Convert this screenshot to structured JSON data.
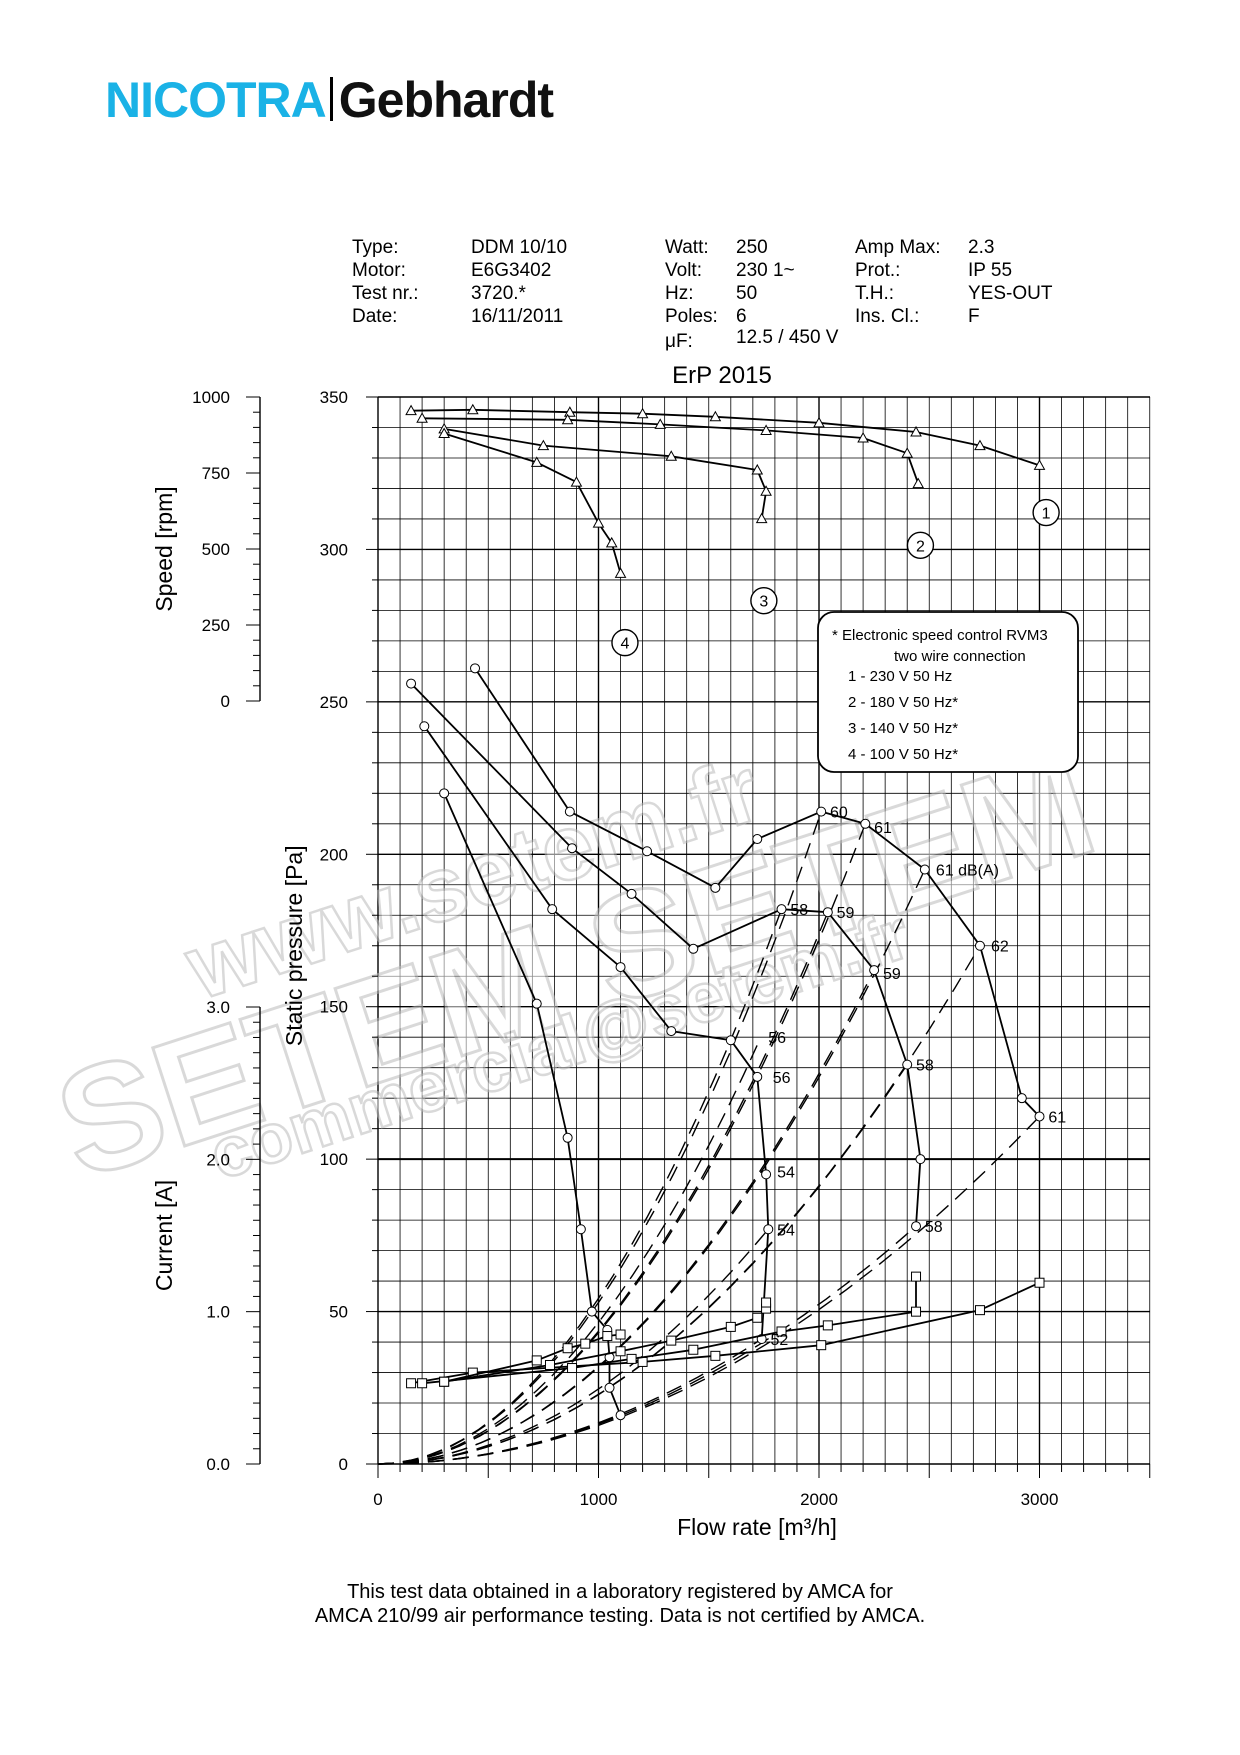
{
  "brand": {
    "part1": "NICOTRA",
    "part2": "Gebhardt",
    "color1": "#1ab2e6",
    "color2": "#111111"
  },
  "specs": {
    "col1": [
      {
        "label": "Type:",
        "value": "DDM 10/10"
      },
      {
        "label": "Motor:",
        "value": "E6G3402"
      },
      {
        "label": "Test nr.:",
        "value": "3720.*"
      },
      {
        "label": "Date:",
        "value": "16/11/2011"
      }
    ],
    "col2": [
      {
        "label": "Watt:",
        "value": "250"
      },
      {
        "label": "Volt:",
        "value": "230 1~"
      },
      {
        "label": "Hz:",
        "value": "50"
      },
      {
        "label": "Poles:",
        "value": "6"
      },
      {
        "label": "μF:",
        "value": "12.5 / 450 V"
      }
    ],
    "col3": [
      {
        "label": "Amp Max:",
        "value": "2.3"
      },
      {
        "label": "Prot.:",
        "value": "IP 55"
      },
      {
        "label": "T.H.:",
        "value": "YES-OUT"
      },
      {
        "label": "Ins. Cl.:",
        "value": "F"
      }
    ]
  },
  "legend_box": {
    "lines": [
      "* Electronic speed control RVM3",
      "two wire connection",
      "1 - 230 V 50 Hz",
      "2 - 180 V 50 Hz*",
      "3 - 140 V 50 Hz*",
      "4 - 100 V 50 Hz*"
    ]
  },
  "watermark": {
    "lines": [
      "www.setem.fr",
      "SETEM SETEM",
      "commercial@setem.fr"
    ]
  },
  "footer": {
    "line1": "This test data obtained in a laboratory registered by AMCA for",
    "line2": "AMCA 210/99 air performance testing. Data is not certified by AMCA."
  },
  "chart_data": {
    "type": "line",
    "title": "ErP 2015",
    "xlabel": "Flow rate [m³/h]",
    "x_ticks": [
      "0",
      "1000",
      "2000",
      "3000"
    ],
    "xlim": [
      0,
      3500
    ],
    "axes": {
      "pressure": {
        "label": "Static pressure [Pa]",
        "range": [
          0,
          350
        ],
        "ticks": [
          "0",
          "50",
          "100",
          "150",
          "200",
          "250",
          "300",
          "350"
        ]
      },
      "speed": {
        "label": "Speed [rpm]",
        "range": [
          0,
          1000
        ],
        "ticks": [
          "0",
          "250",
          "500",
          "750",
          "1000"
        ]
      },
      "current": {
        "label": "Current [A]",
        "range": [
          0,
          3.0
        ],
        "ticks": [
          "0.0",
          "1.0",
          "2.0",
          "3.0"
        ]
      }
    },
    "grid": true,
    "speed_curves": [
      {
        "name": "1",
        "points": [
          [
            150,
            955
          ],
          [
            430,
            958
          ],
          [
            870,
            950
          ],
          [
            1200,
            945
          ],
          [
            1530,
            935
          ],
          [
            2000,
            915
          ],
          [
            2440,
            885
          ],
          [
            2730,
            840
          ],
          [
            3000,
            775
          ]
        ]
      },
      {
        "name": "2",
        "points": [
          [
            200,
            930
          ],
          [
            860,
            925
          ],
          [
            1280,
            910
          ],
          [
            1760,
            890
          ],
          [
            2200,
            865
          ],
          [
            2400,
            815
          ],
          [
            2450,
            715
          ]
        ]
      },
      {
        "name": "3",
        "points": [
          [
            300,
            895
          ],
          [
            750,
            840
          ],
          [
            1330,
            805
          ],
          [
            1720,
            760
          ],
          [
            1760,
            690
          ],
          [
            1740,
            600
          ]
        ]
      },
      {
        "name": "4",
        "points": [
          [
            300,
            880
          ],
          [
            720,
            785
          ],
          [
            900,
            720
          ],
          [
            1000,
            585
          ],
          [
            1060,
            520
          ],
          [
            1100,
            420
          ]
        ]
      }
    ],
    "pressure_curves": [
      {
        "name": "1",
        "points": [
          [
            440,
            261
          ],
          [
            870,
            214
          ],
          [
            1220,
            201
          ],
          [
            1530,
            189
          ],
          [
            1720,
            205
          ],
          [
            2010,
            214
          ],
          [
            2210,
            210
          ],
          [
            2480,
            195
          ],
          [
            2730,
            170
          ],
          [
            2920,
            120
          ],
          [
            3000,
            114
          ]
        ]
      },
      {
        "name": "2",
        "points": [
          [
            150,
            256
          ],
          [
            880,
            202
          ],
          [
            1150,
            187
          ],
          [
            1430,
            169
          ],
          [
            1830,
            182
          ],
          [
            2040,
            181
          ],
          [
            2250,
            162
          ],
          [
            2400,
            131
          ],
          [
            2460,
            100
          ],
          [
            2440,
            78
          ]
        ]
      },
      {
        "name": "3",
        "points": [
          [
            210,
            242
          ],
          [
            790,
            182
          ],
          [
            1100,
            163
          ],
          [
            1330,
            142
          ],
          [
            1600,
            139
          ],
          [
            1720,
            127
          ],
          [
            1760,
            95
          ],
          [
            1770,
            77
          ],
          [
            1740,
            41
          ]
        ]
      },
      {
        "name": "4",
        "points": [
          [
            300,
            220
          ],
          [
            720,
            151
          ],
          [
            860,
            107
          ],
          [
            920,
            77
          ],
          [
            970,
            50
          ],
          [
            1040,
            44
          ],
          [
            1050,
            35
          ],
          [
            1050,
            25
          ],
          [
            1100,
            16
          ]
        ]
      }
    ],
    "current_curves": [
      {
        "name": "1",
        "points": [
          [
            150,
            0.53
          ],
          [
            430,
            0.6
          ],
          [
            1200,
            0.67
          ],
          [
            1530,
            0.71
          ],
          [
            2010,
            0.78
          ],
          [
            2730,
            1.01
          ],
          [
            3000,
            1.19
          ]
        ]
      },
      {
        "name": "2",
        "points": [
          [
            200,
            0.53
          ],
          [
            880,
            0.63
          ],
          [
            1150,
            0.69
          ],
          [
            1430,
            0.75
          ],
          [
            1830,
            0.87
          ],
          [
            2040,
            0.91
          ],
          [
            2440,
            1.0
          ],
          [
            2440,
            1.23
          ]
        ]
      },
      {
        "name": "3",
        "points": [
          [
            300,
            0.54
          ],
          [
            780,
            0.65
          ],
          [
            1100,
            0.74
          ],
          [
            1330,
            0.81
          ],
          [
            1600,
            0.9
          ],
          [
            1720,
            0.96
          ],
          [
            1760,
            1.02
          ],
          [
            1760,
            1.06
          ]
        ]
      },
      {
        "name": "4",
        "points": [
          [
            300,
            0.54
          ],
          [
            720,
            0.68
          ],
          [
            860,
            0.76
          ],
          [
            940,
            0.79
          ],
          [
            1040,
            0.84
          ],
          [
            1100,
            0.85
          ]
        ]
      }
    ],
    "system_lines": [
      {
        "end": [
          1100,
          16
        ]
      },
      {
        "end": [
          1740,
          41
        ]
      },
      {
        "end": [
          1770,
          77
        ]
      },
      {
        "end": [
          1730,
          139
        ]
      },
      {
        "end": [
          2010,
          214
        ]
      },
      {
        "end": [
          2480,
          195
        ]
      },
      {
        "end": [
          2730,
          170
        ]
      },
      {
        "end": [
          3000,
          114
        ]
      },
      {
        "end": [
          2440,
          78
        ]
      },
      {
        "end": [
          2400,
          131
        ]
      },
      {
        "end": [
          2250,
          162
        ]
      },
      {
        "end": [
          2040,
          181
        ]
      },
      {
        "end": [
          1830,
          182
        ]
      },
      {
        "end": [
          2210,
          210
        ]
      }
    ],
    "noise_labels": [
      {
        "text": "60",
        "x": 2050,
        "y": 214
      },
      {
        "text": "61",
        "x": 2250,
        "y": 209
      },
      {
        "text": "61 dB(A)",
        "x": 2530,
        "y": 195
      },
      {
        "text": "62",
        "x": 2780,
        "y": 170
      },
      {
        "text": "61",
        "x": 3040,
        "y": 114
      },
      {
        "text": "58",
        "x": 1870,
        "y": 182
      },
      {
        "text": "59",
        "x": 2080,
        "y": 181
      },
      {
        "text": "59",
        "x": 2290,
        "y": 161
      },
      {
        "text": "58",
        "x": 2440,
        "y": 131
      },
      {
        "text": "58",
        "x": 2480,
        "y": 78
      },
      {
        "text": "56",
        "x": 1770,
        "y": 140
      },
      {
        "text": "56",
        "x": 1790,
        "y": 127
      },
      {
        "text": "54",
        "x": 1810,
        "y": 96
      },
      {
        "text": "54",
        "x": 1810,
        "y": 77
      },
      {
        "text": "52",
        "x": 1780,
        "y": 41
      }
    ],
    "curve_markers": [
      {
        "text": "1",
        "x": 3030,
        "y": 620
      },
      {
        "text": "2",
        "x": 2460,
        "y": 512
      },
      {
        "text": "3",
        "x": 1750,
        "y": 330
      },
      {
        "text": "4",
        "x": 1120,
        "y": 192
      }
    ]
  }
}
